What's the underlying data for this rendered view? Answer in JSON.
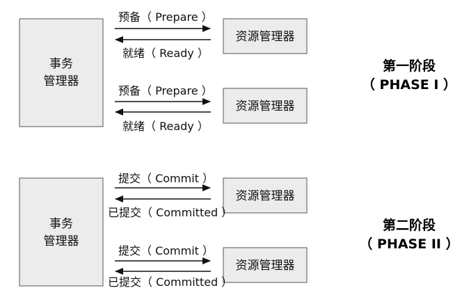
{
  "tm_label_line1": "事务",
  "tm_label_line2": "管理器",
  "rm_label": "资源管理器",
  "phases": [
    {
      "title": "第一阶段",
      "subtitle": "（ PHASE I ）",
      "forward_label": "预备（ Prepare ）",
      "back_label": "就绪（ Ready ）"
    },
    {
      "title": "第二阶段",
      "subtitle": "（ PHASE II ）",
      "forward_label": "提交（ Commit ）",
      "back_label": "已提交（ Committed ）"
    }
  ]
}
